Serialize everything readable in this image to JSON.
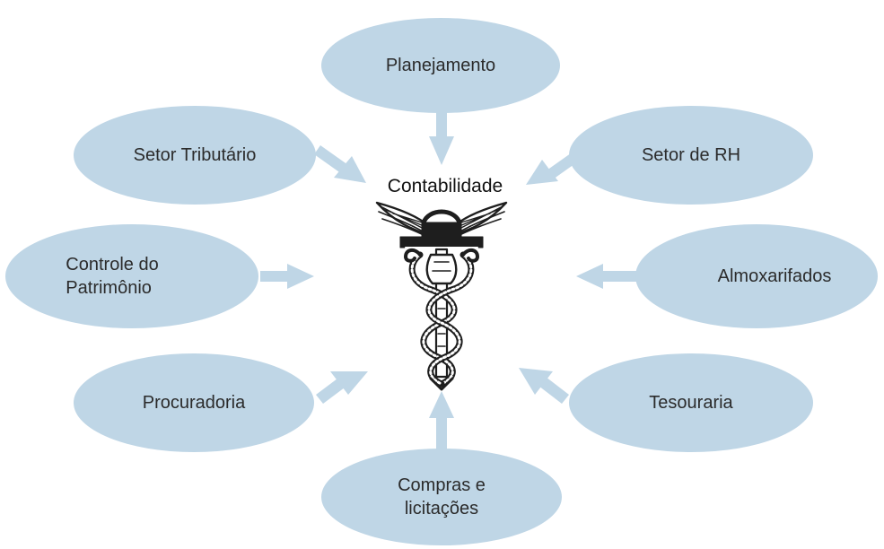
{
  "center": {
    "title": "Contabilidade",
    "emblem_icon": "caduceus-icon"
  },
  "nodes": {
    "planejamento": "Planejamento",
    "setor_tributario": "Setor Tributário",
    "setor_rh": "Setor de RH",
    "controle_patrimonio": "Controle do\nPatrimônio",
    "almoxarifados": "Almoxarifados",
    "procuradoria": "Procuradoria",
    "tesouraria": "Tesouraria",
    "compras": "Compras e\nlicitações"
  },
  "colors": {
    "node_fill": "#bfd6e6",
    "arrow": "#bfd6e6",
    "text": "#2b2b2b",
    "emblem": "#1e1e1e"
  }
}
